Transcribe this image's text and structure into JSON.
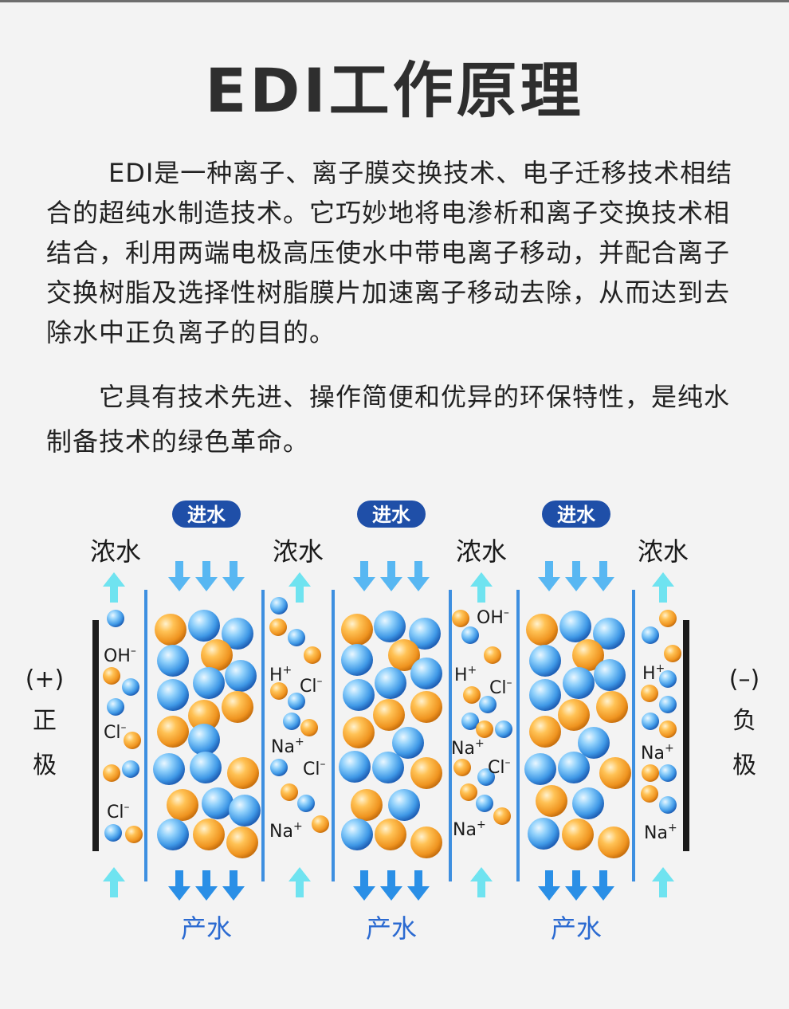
{
  "title": "EDI工作原理",
  "paragraphs": [
    "EDI是一种离子、离子膜交换技术、电子迁移技术相结合的超纯水制造技术。它巧妙地将电渗析和离子交换技术相结合，利用两端电极高压使水中带电离子移动，并配合离子交换树脂及选择性树脂膜片加速离子移动去除，从而达到去除水中正负离子的目的。",
    "它具有技术先进、操作简便和优异的环保特性，是纯水制备技术的绿色革命。"
  ],
  "diagram": {
    "inflow_label": "进水",
    "concentrate_label": "浓水",
    "product_label": "产水",
    "anode": {
      "sign": "(+)",
      "char1": "正",
      "char2": "极"
    },
    "cathode": {
      "sign": "(–)",
      "char1": "负",
      "char2": "极"
    },
    "ions": {
      "OH": {
        "base": "OH",
        "sup": "–"
      },
      "Cl": {
        "base": "Cl",
        "sup": "–"
      },
      "H": {
        "base": "H",
        "sup": "+"
      },
      "Na": {
        "base": "Na",
        "sup": "+"
      }
    },
    "colors": {
      "pill": "#1f4fa8",
      "arrow_down": "#3a9fe8",
      "arrow_up": "#6ee3f0",
      "membrane": "#3d8fe0",
      "electrode": "#1b1b1b",
      "anion_ball": "#4aa8ee",
      "cation_ball": "#f0a02a",
      "product_text": "#2b6ad1"
    }
  }
}
